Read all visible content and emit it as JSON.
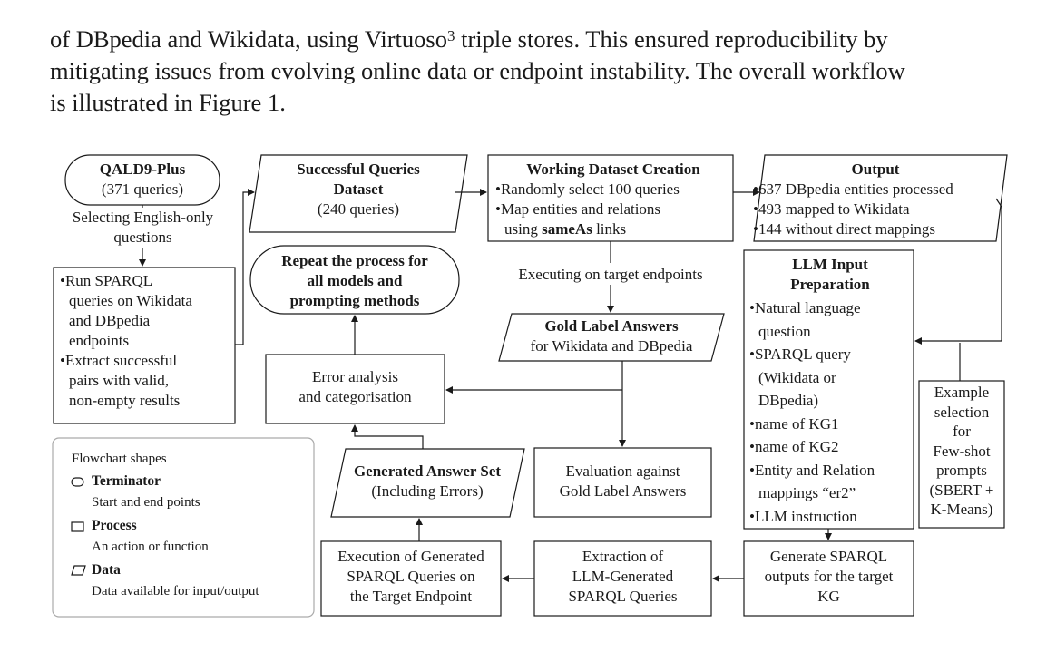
{
  "paragraph": {
    "line1_pre": "of DBpedia and Wikidata, using Virtuoso",
    "footnote": "3",
    "line1_post": " triple stores. This ensured reproducibility by",
    "line2": "mitigating issues from evolving online data or endpoint instability. The overall workflow",
    "line3": "is illustrated in Figure 1."
  },
  "diagram": {
    "qald": {
      "title": "QALD9-Plus",
      "sub": "(371 queries)"
    },
    "select_english": [
      "Selecting English-only",
      "questions"
    ],
    "run_sparql": [
      "Run SPARQL",
      "queries on Wikidata",
      "and DBpedia",
      "endpoints"
    ],
    "extract_pairs": [
      "Extract successful",
      "pairs with valid,",
      "non-empty results"
    ],
    "successful": {
      "title1": "Successful Queries",
      "title2": "Dataset",
      "sub": "(240 queries)"
    },
    "working": {
      "title": "Working Dataset Creation",
      "b1": "Randomly select 100 queries",
      "b2": "Map entities and relations",
      "b2b_pre": "using ",
      "b2b_bold": "sameAs",
      "b2b_post": " links"
    },
    "output": {
      "title": "Output",
      "b1": "637 DBpedia entities processed",
      "b2": "493 mapped to Wikidata",
      "b3": "144 without direct mappings"
    },
    "repeat": [
      "Repeat the process for",
      "all models and",
      "prompting methods"
    ],
    "executing_label": "Executing on target endpoints",
    "gold": {
      "title": "Gold Label Answers",
      "sub": "for Wikidata and DBpedia"
    },
    "error": [
      "Error analysis",
      "and categorisation"
    ],
    "generated": {
      "title": "Generated Answer Set",
      "sub": "(Including Errors)"
    },
    "evaluation": [
      "Evaluation against",
      "Gold Label Answers"
    ],
    "llm_input": {
      "title1": "LLM Input",
      "title2": "Preparation",
      "b1": [
        "Natural language",
        "question"
      ],
      "b2": [
        "SPARQL query",
        "(Wikidata or",
        "DBpedia)"
      ],
      "b3": "name of KG1",
      "b4": "name of KG2",
      "b5": [
        "Entity and Relation",
        "mappings “er2”"
      ],
      "b6": "LLM instruction"
    },
    "example": [
      "Example",
      "selection",
      "for",
      "Few-shot",
      "prompts",
      "(SBERT +",
      "K-Means)"
    ],
    "generate_sparql": [
      "Generate SPARQL",
      "outputs for the target",
      "KG"
    ],
    "extraction": [
      "Extraction of",
      "LLM-Generated",
      "SPARQL Queries"
    ],
    "execution": [
      "Execution of Generated",
      "SPARQL Queries on",
      "the Target Endpoint"
    ],
    "legend": {
      "title": "Flowchart shapes",
      "terminator": "Terminator",
      "terminator_desc": "Start and end points",
      "process": "Process",
      "process_desc": "An action or function",
      "data": "Data",
      "data_desc": "Data available for input/output"
    }
  }
}
